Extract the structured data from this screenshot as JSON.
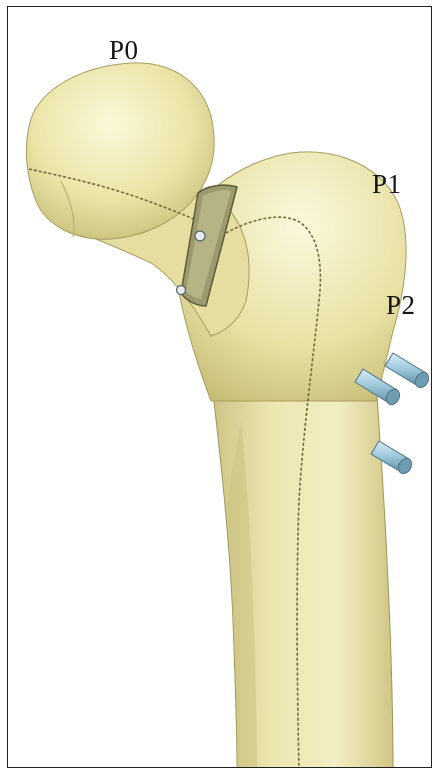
{
  "labels": {
    "p0": "P0",
    "p1": "P1",
    "p2": "P2"
  },
  "colors": {
    "bone_light": "#f4f0c0",
    "bone_mid": "#ddd69a",
    "bone_shadow": "#b9b06a",
    "outline": "#6e6a3a",
    "implant_metal": "#9aa8ad",
    "pin_blue": "#a9cfe0"
  },
  "icons": [
    "femur-bone-illustration",
    "neck-band-implant",
    "lateral-screw-pins"
  ]
}
